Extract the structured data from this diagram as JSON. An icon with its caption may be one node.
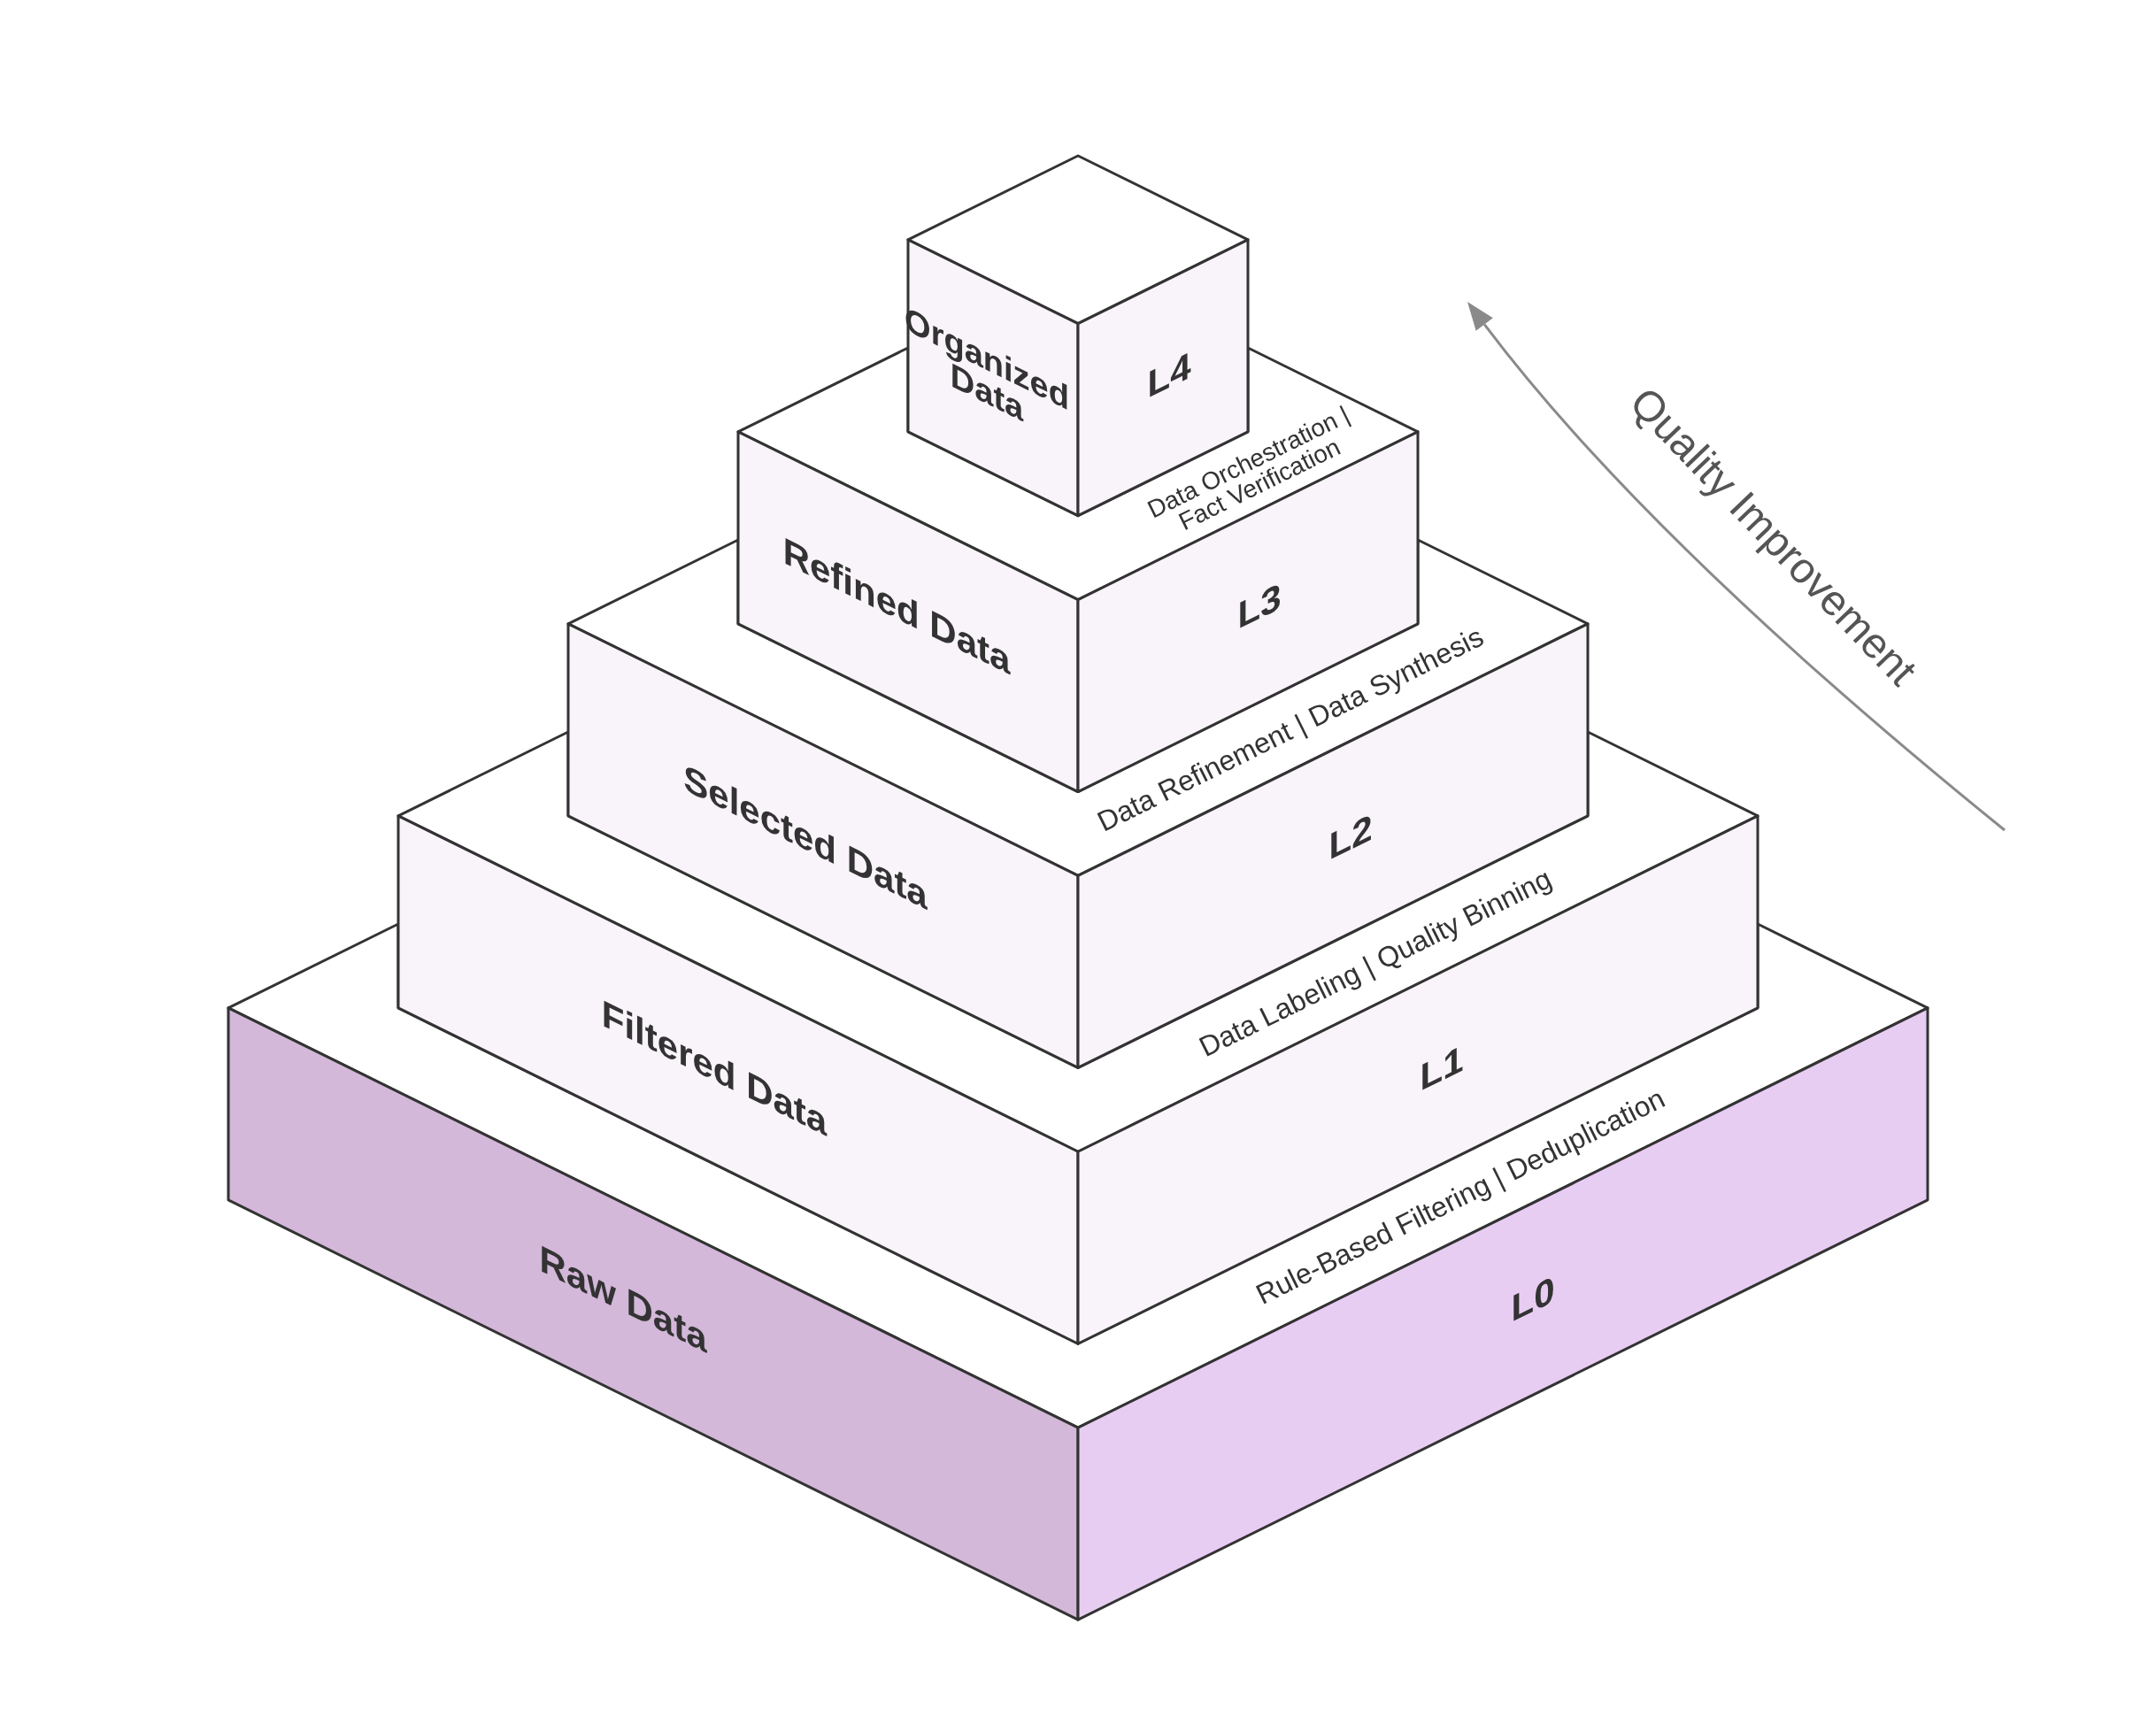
{
  "diagram": {
    "nodes": [
      {
        "text": [
          "Organized Data",
          "L4"
        ]
      },
      {
        "text": [
          "Refined Data",
          "L3",
          "Data Orchestration | Fact Verification"
        ]
      },
      {
        "text": [
          "Selected Data",
          "L2",
          "Data Refinement | Data Synthesis"
        ]
      },
      {
        "text": [
          "Filtered Data",
          "L1",
          "Data Labeling | Quality Binning"
        ]
      },
      {
        "text": [
          "Raw Data",
          "L0",
          "Rule-Based Filtering | Deduplication"
        ]
      }
    ],
    "labels": [
      "Quality Improvement"
    ]
  }
}
